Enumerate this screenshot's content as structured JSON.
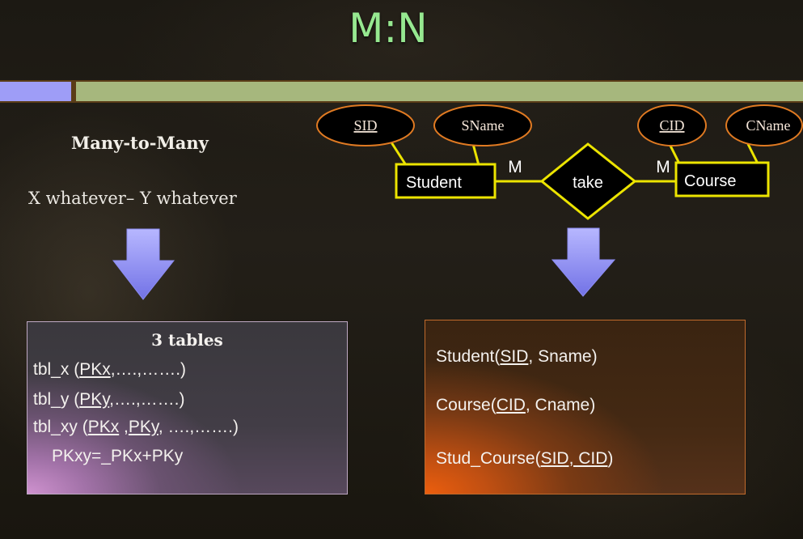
{
  "slide": {
    "title": "M:N"
  },
  "left_panel": {
    "heading": "Many-to-Many",
    "pattern": "X whatever– Y whatever",
    "tables_box": {
      "title": "3 tables",
      "tbl_x": {
        "prefix": "tbl_x (",
        "key": "PKx",
        "suffix": ",….,…….)"
      },
      "tbl_y": {
        "prefix": "tbl_y (",
        "key": "PKy",
        "suffix": ",….,…….)"
      },
      "tbl_xy": {
        "prefix": "tbl_xy (",
        "key1": "PKx",
        "separator": " ,",
        "key2": "PKy",
        "suffix": ", ….,…….)"
      },
      "composite_key": "PKxy=_PKx+PKy"
    }
  },
  "er_diagram": {
    "attributes": {
      "sid": "SID",
      "sname": "SName",
      "cid": "CID",
      "cname": "CName"
    },
    "entities": {
      "student": "Student",
      "course": "Course"
    },
    "relationship": "take",
    "cardinality": {
      "student_side": "M",
      "course_side": "M"
    }
  },
  "right_panel": {
    "student": {
      "prefix": "Student(",
      "key": "SID",
      "suffix": ", Sname)"
    },
    "course": {
      "prefix": "Course(",
      "key": "CID",
      "suffix": ", Cname)"
    },
    "stud_course": {
      "prefix": "Stud_Course(",
      "key": "SID, CID",
      "suffix": ")"
    }
  },
  "icons": {
    "transition_arrow": "down-arrow-icon"
  },
  "colors": {
    "title": "#96e890",
    "bar_blue": "#9e9df7",
    "bar_green": "#a6b77d",
    "er_lines": "#ece400",
    "attribute_border": "#e07a22",
    "arrow": "#8c8cf2"
  }
}
